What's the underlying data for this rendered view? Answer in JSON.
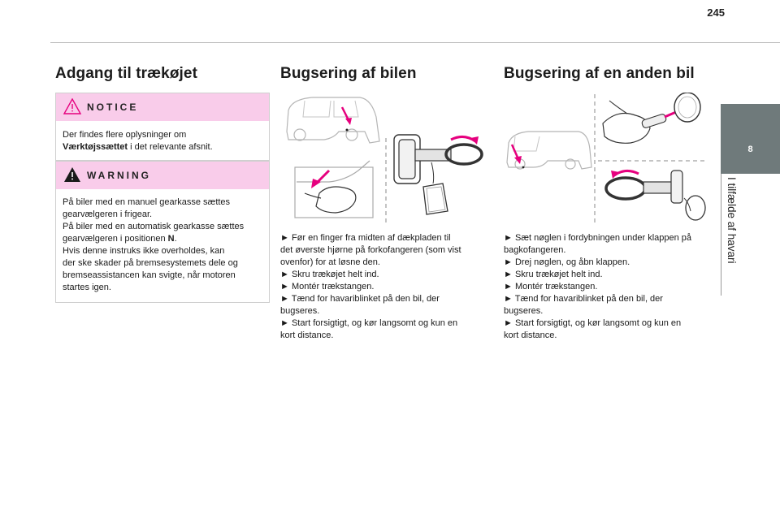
{
  "page_number": "245",
  "chapter": {
    "number": "8",
    "title": "I tilfælde af havari"
  },
  "col1": {
    "title": "Adgang til trækøjet",
    "notice": {
      "label": "NOTICE",
      "icon": "warning-outline-icon",
      "text_pre": "Der findes flere oplysninger om",
      "text_bold": "Værktøjssættet",
      "text_post": " i det relevante afsnit."
    },
    "warning": {
      "label": "WARNING",
      "icon": "warning-filled-icon",
      "lines": [
        "På biler med en manuel gearkasse sættes",
        "gearvælgeren i frigear.",
        "På biler med en automatisk gearkasse sættes"
      ],
      "line_pos_pre": "gearvælgeren i positionen ",
      "line_pos_bold": "N",
      "line_pos_post": ".",
      "lines_after": [
        "Hvis denne instruks ikke overholdes, kan",
        "der ske skader på bremsesystemets dele og",
        "bremseassistancen kan svigte, når motoren",
        "startes igen."
      ]
    }
  },
  "col2": {
    "title": "Bugsering af bilen",
    "steps": [
      "►  Før en finger fra midten af dækpladen til",
      "det øverste hjørne på forkofangeren (som vist",
      "ovenfor) for at løsne den.",
      "►  Skru trækøjet helt ind.",
      "►  Montér trækstangen.",
      "►  Tænd for havariblinket på den bil, der",
      "bugseres.",
      "►  Start forsigtigt, og kør langsomt og kun en",
      "kort distance."
    ]
  },
  "col3": {
    "title": "Bugsering af en anden bil",
    "steps": [
      "►  Sæt nøglen i fordybningen under klappen på",
      "bagkofangeren.",
      "►  Drej nøglen, og åbn klappen.",
      "►  Skru trækøjet helt ind.",
      "►  Montér trækstangen.",
      "►  Tænd for havariblinket på den bil, der",
      "bugseres.",
      "►  Start forsigtigt, og kør langsomt og kun en",
      "kort distance."
    ]
  },
  "colors": {
    "notice_bg": "#f9ccea",
    "tab_bg": "#6f7a7b",
    "accent_magenta": "#e6007e"
  }
}
